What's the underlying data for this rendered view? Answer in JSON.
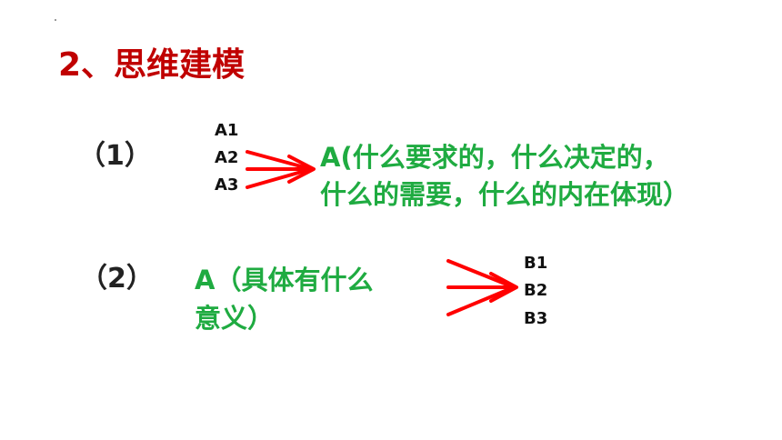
{
  "colors": {
    "title": "#c00000",
    "green": "#1fab41",
    "arrow": "#ff0000",
    "text": "#222222"
  },
  "slide": {
    "title": "2、思维建模",
    "section1": {
      "marker": "（1）",
      "inputs": [
        "A1",
        "A2",
        "A3"
      ],
      "result_line1": "A(什么要求的，什么决定的，",
      "result_line2": "什么的需要，什么的内在体现）"
    },
    "section2": {
      "marker": "（2）",
      "source_line1": "A（具体有什么",
      "source_line2": "意义）",
      "outputs": [
        "B1",
        "B2",
        "B3"
      ]
    }
  }
}
